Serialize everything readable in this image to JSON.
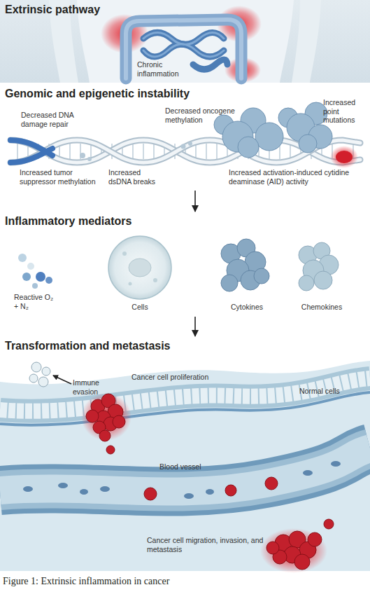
{
  "diagram": {
    "caption": "Figure 1: Extrinsic inflammation in cancer",
    "nodes": [
      {
        "text": [
          "Extrinsic pathway"
        ]
      },
      {
        "text": [
          "Genomic and epigenetic instability"
        ]
      },
      {
        "text": [
          "Inflammatory mediators"
        ]
      },
      {
        "text": [
          "Transformation and metastasis"
        ]
      }
    ],
    "edges": [
      {
        "from": 1,
        "to": 2,
        "arrow": "to"
      },
      {
        "from": 2,
        "to": 3,
        "arrow": "to"
      }
    ],
    "labels": [
      "Chronic inflammation",
      "Decreased DNA damage repair",
      "Increased tumor suppressor methylation",
      "Increased dsDNA breaks",
      "Decreased oncogene methylation",
      "Increased point mutations",
      "Increased activation-induced cytidine deaminase (AID) activity",
      "Reactive O₂ + N₂",
      "Cells",
      "Cytokines",
      "Chemokines",
      "Immune evasion",
      "Cancer cell proliferation",
      "Normal cells",
      "Blood vessel",
      "Cancer cell migration, invasion, and metastasis"
    ]
  }
}
